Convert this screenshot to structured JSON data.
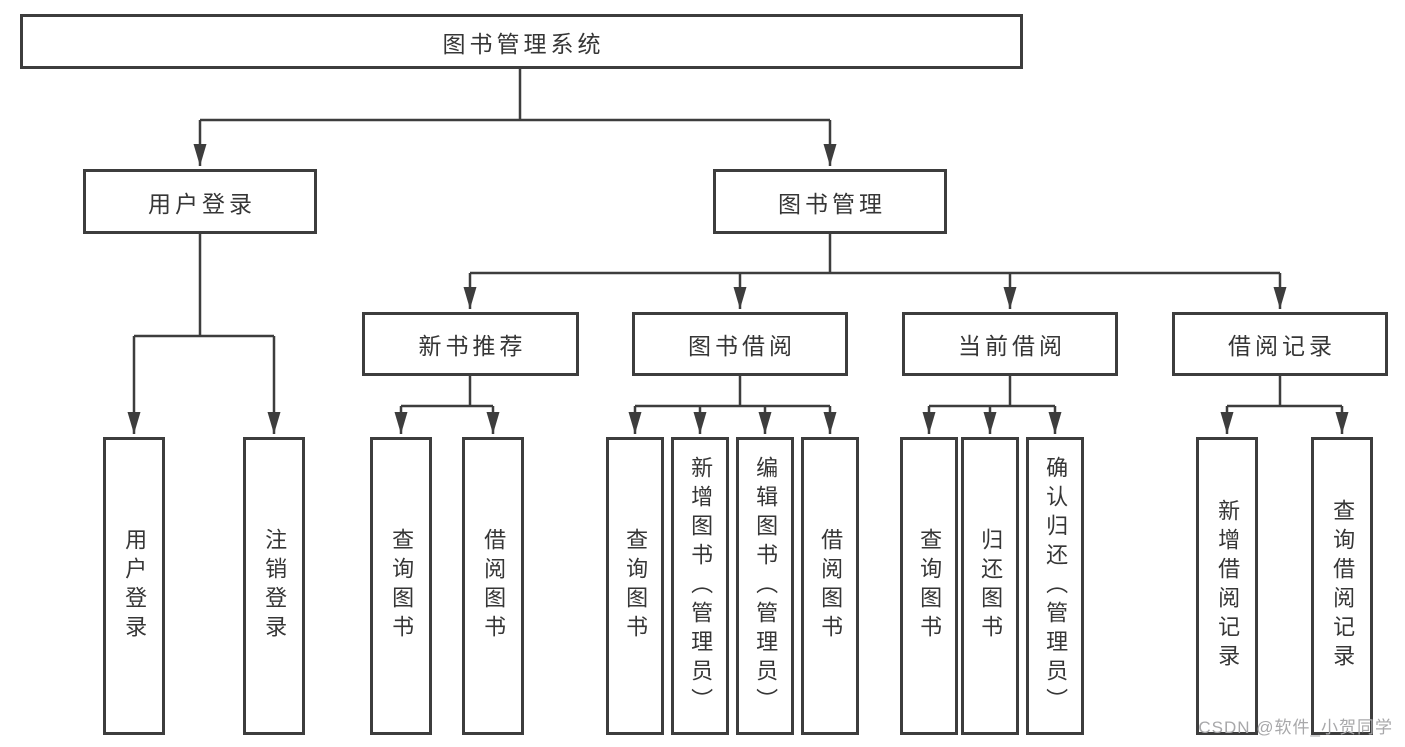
{
  "diagram_type": "hierarchy-tree",
  "hierarchy": {
    "root": "图书管理系统",
    "children": [
      {
        "label": "用户登录",
        "children": [
          "用户登录",
          "注销登录"
        ]
      },
      {
        "label": "图书管理",
        "children": [
          {
            "label": "新书推荐",
            "children": [
              "查询图书",
              "借阅图书"
            ]
          },
          {
            "label": "图书借阅",
            "children": [
              "查询图书",
              "新增图书（管理员）",
              "编辑图书（管理员）",
              "借阅图书"
            ]
          },
          {
            "label": "当前借阅",
            "children": [
              "查询图书",
              "归还图书",
              "确认归还（管理员）"
            ]
          },
          {
            "label": "借阅记录",
            "children": [
              "新增借阅记录",
              "查询借阅记录"
            ]
          }
        ]
      }
    ]
  },
  "watermark": {
    "text": "CSDN @软件_小贺同学"
  },
  "colors": {
    "line": "#3d3d3d",
    "text": "#363636",
    "background": "#ffffff",
    "watermark": "#a8a8aa"
  }
}
